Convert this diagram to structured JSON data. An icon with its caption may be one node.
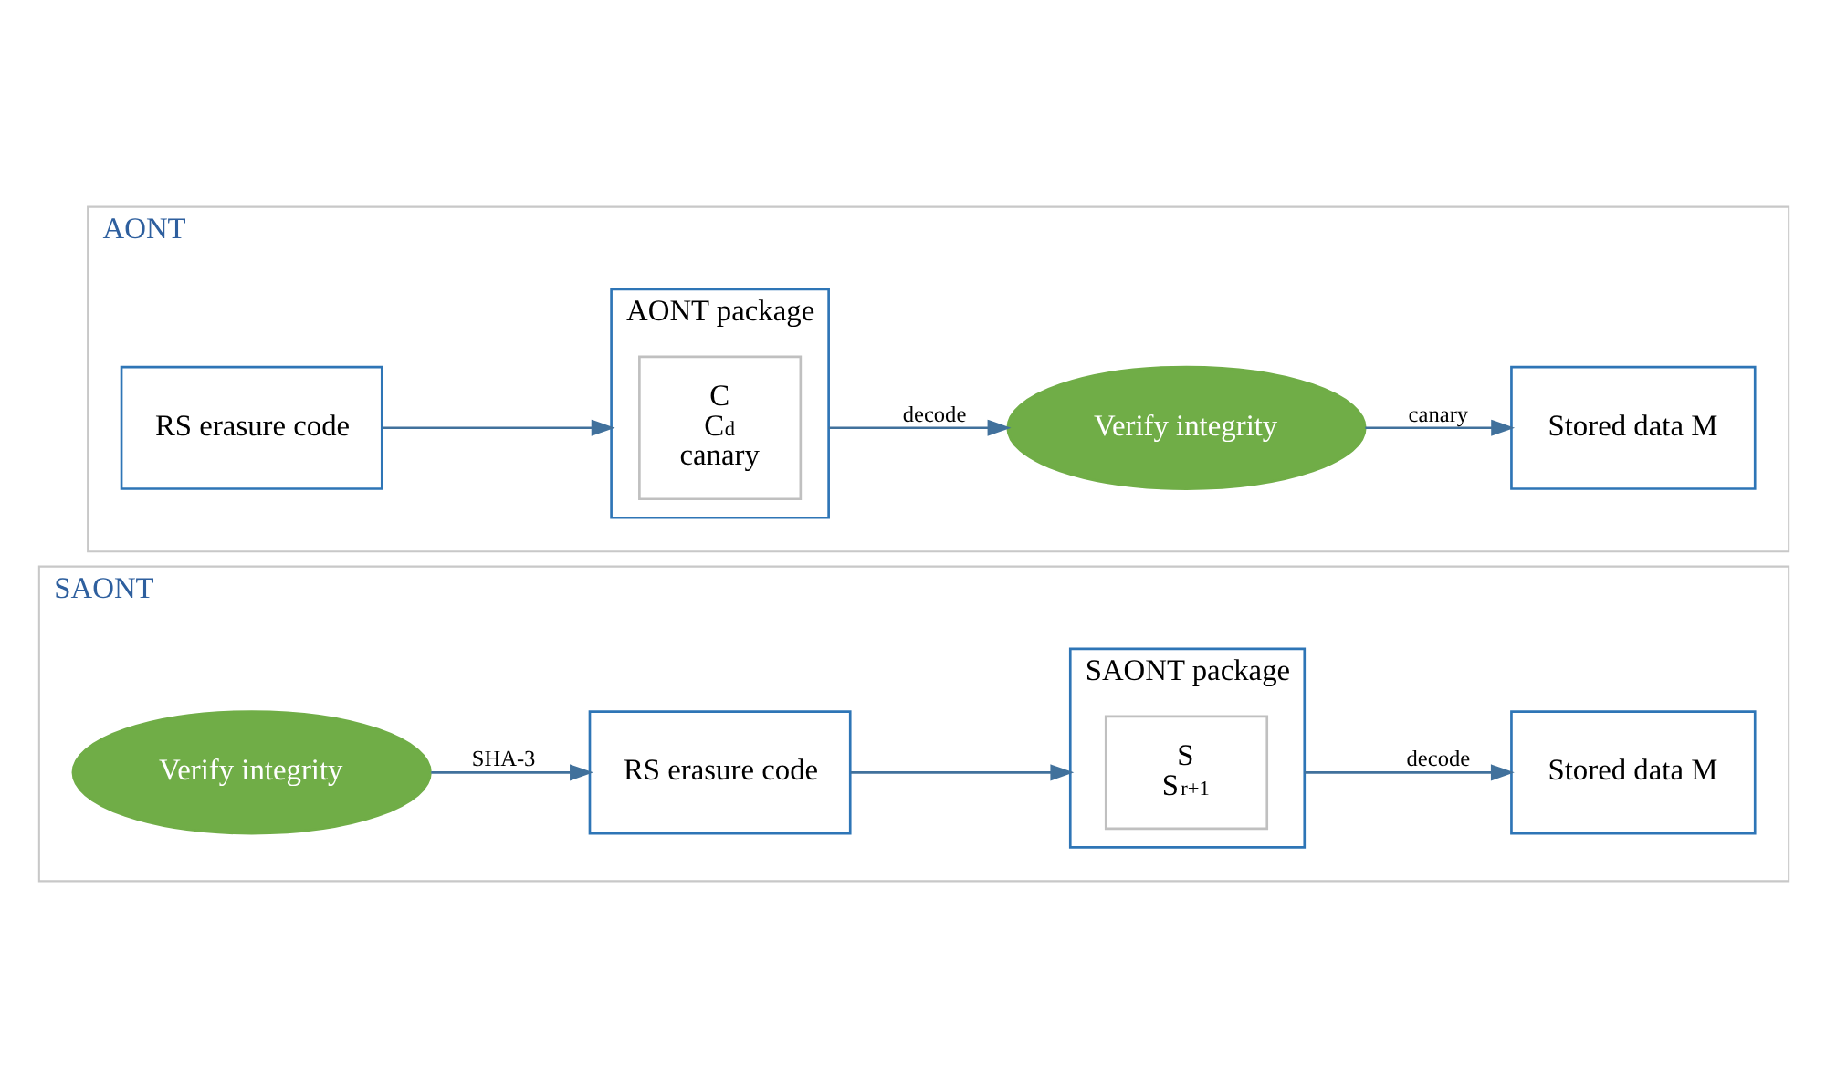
{
  "diagram": {
    "nodes": [
      {
        "text": [
          "AONT"
        ]
      },
      {
        "text": [
          "RS erasure code"
        ],
        "in": 0
      },
      {
        "text": [
          "AONT package"
        ],
        "in": 0
      },
      {
        "text": [
          "C",
          "C$_{d}$",
          "canary"
        ],
        "in": 2
      },
      {
        "text": [
          "Verify integrity"
        ],
        "in": 0
      },
      {
        "text": [
          "Stored data M"
        ],
        "in": 0
      },
      {
        "text": [
          "SAONT"
        ]
      },
      {
        "text": [
          "Verify integrity"
        ],
        "in": 6
      },
      {
        "text": [
          "RS erasure code"
        ],
        "in": 6
      },
      {
        "text": [
          "SAONT package"
        ],
        "in": 6
      },
      {
        "text": [
          "S",
          "S$_{r+1}$"
        ],
        "in": 9
      },
      {
        "text": [
          "Stored data M"
        ],
        "in": 6
      }
    ],
    "edges": [
      {
        "from": 1,
        "to": 2,
        "arrow": "to"
      },
      {
        "from": 2,
        "to": 4,
        "arrow": "to",
        "label": "decode"
      },
      {
        "from": 4,
        "to": 5,
        "arrow": "to",
        "label": "canary"
      },
      {
        "from": 7,
        "to": 8,
        "arrow": "to",
        "label": "SHA-3"
      },
      {
        "from": 8,
        "to": 9,
        "arrow": "to"
      },
      {
        "from": 9,
        "to": 11,
        "arrow": "to",
        "label": "decode"
      }
    ]
  }
}
